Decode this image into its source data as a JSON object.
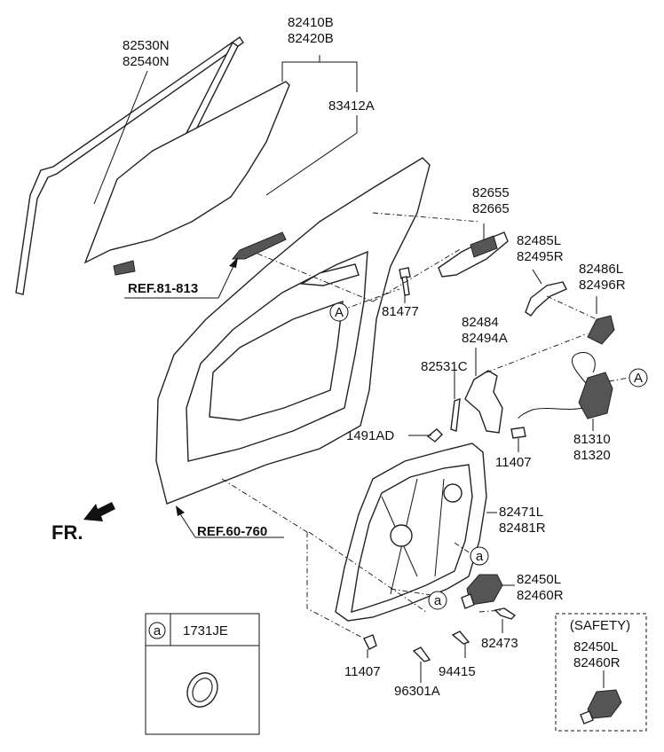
{
  "labels": {
    "weatherstrip": [
      "82530N",
      "82540N"
    ],
    "glass": [
      "82410B",
      "82420B"
    ],
    "glass_run": "83412A",
    "outside_handle": [
      "82655",
      "82665"
    ],
    "handle_cover": [
      "82485L",
      "82495R"
    ],
    "handle_cover2": [
      "82486L",
      "82496R"
    ],
    "bolt_81477": "81477",
    "ref_81": "REF.81-813",
    "handle_base": [
      "82484",
      "82494A"
    ],
    "seal_82531": "82531C",
    "clip_1491": "1491AD",
    "bolt_11407a": "11407",
    "latch": [
      "81310",
      "81320"
    ],
    "regulator": [
      "82471L",
      "82481R"
    ],
    "motor": [
      "82450L",
      "82460R"
    ],
    "bolt_82473": "82473",
    "bolt_94415": "94415",
    "bolt_11407b": "11407",
    "bolt_96301": "96301A",
    "ref_60": "REF.60-760",
    "fr": "FR."
  },
  "callouts": {
    "A": "A",
    "a": "a"
  },
  "legend_box": {
    "key": "a",
    "part": "1731JE"
  },
  "safety_box": {
    "title": "(SAFETY)",
    "part": [
      "82450L",
      "82460R"
    ]
  }
}
